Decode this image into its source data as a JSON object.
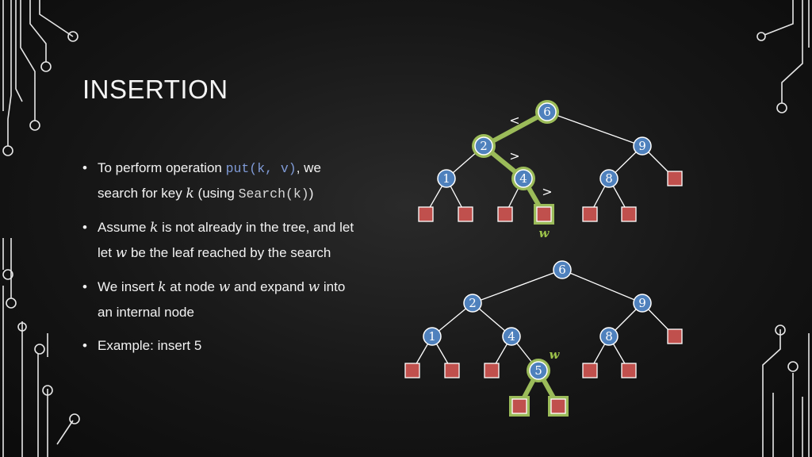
{
  "slide": {
    "title": "INSERTION",
    "bullets": [
      {
        "t1": "To perform operation ",
        "code": "put(k, v)",
        "t2": ", we",
        "t3": "search for key ",
        "var": "k",
        "t4": " (using ",
        "code2": "Search(k)",
        "t5": ")"
      },
      {
        "t1": "Assume ",
        "var": "k",
        "t2": " is not already in the tree, and let",
        "t3": "let ",
        "var2": "w",
        "t4": " be the leaf reached by the search"
      },
      {
        "t1": "We insert ",
        "var": "k",
        "t2": " at node ",
        "var2": "w",
        "t3": " and expand ",
        "var3": "w",
        "t4": " into",
        "t5": "an internal node"
      },
      {
        "t1": "Example: insert 5"
      }
    ]
  },
  "diagram": {
    "colors": {
      "node": "#4f81bd",
      "leaf": "#c0504d",
      "path": "#9bbb59",
      "edge": "#ffffff"
    },
    "tree1": {
      "nodes": [
        {
          "key": "6",
          "label": "6",
          "highlight": true
        },
        {
          "key": "2",
          "label": "2",
          "highlight": true
        },
        {
          "key": "9",
          "label": "9",
          "highlight": false
        },
        {
          "key": "1",
          "label": "1",
          "highlight": false
        },
        {
          "key": "4",
          "label": "4",
          "highlight": true
        },
        {
          "key": "8",
          "label": "8",
          "highlight": false
        }
      ],
      "comparisons": [
        "<",
        ">",
        ">"
      ],
      "leaf_label": "w"
    },
    "tree2": {
      "nodes": [
        {
          "key": "6",
          "label": "6",
          "highlight": false
        },
        {
          "key": "2",
          "label": "2",
          "highlight": false
        },
        {
          "key": "9",
          "label": "9",
          "highlight": false
        },
        {
          "key": "1",
          "label": "1",
          "highlight": false
        },
        {
          "key": "4",
          "label": "4",
          "highlight": false
        },
        {
          "key": "8",
          "label": "8",
          "highlight": false
        },
        {
          "key": "5",
          "label": "5",
          "highlight": true
        }
      ],
      "new_node_label": "w"
    }
  }
}
